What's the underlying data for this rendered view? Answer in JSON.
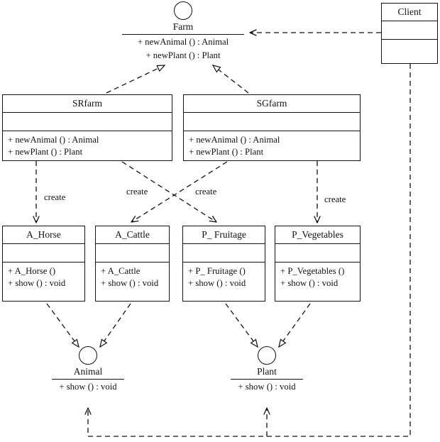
{
  "diagram": {
    "title": "Abstract Factory UML class diagram",
    "stroke_color": "#111111",
    "background_color": "#ffffff"
  },
  "interfaces": {
    "farm": {
      "name": "Farm",
      "operations": [
        "+ newAnimal () : Animal",
        "+ newPlant () : Plant"
      ]
    },
    "animal": {
      "name": "Animal",
      "operations": [
        "+ show () : void"
      ]
    },
    "plant": {
      "name": "Plant",
      "operations": [
        "+ show () : void"
      ]
    }
  },
  "classes": {
    "client": {
      "name": "Client",
      "attributes": "",
      "operations": ""
    },
    "srfarm": {
      "name": "SRfarm",
      "attributes": "",
      "operations": [
        "+ newAnimal () : Animal",
        "+ newPlant () : Plant"
      ]
    },
    "sgfarm": {
      "name": "SGfarm",
      "attributes": "",
      "operations": [
        "+ newAnimal () : Animal",
        "+ newPlant () : Plant"
      ]
    },
    "a_horse": {
      "name": "A_Horse",
      "attributes": "",
      "operations": [
        "+ A_Horse ()",
        "+ show () : void"
      ]
    },
    "a_cattle": {
      "name": "A_Cattle",
      "attributes": "",
      "operations": [
        "+ A_Cattle",
        "+ show () : void"
      ]
    },
    "p_fruitage": {
      "name": "P_ Fruitage",
      "attributes": "",
      "operations": [
        "+ P_ Fruitage ()",
        "+ show () : void"
      ]
    },
    "p_vegetables": {
      "name": "P_Vegetables",
      "attributes": "",
      "operations": [
        "+ P_Vegetables ()",
        "+ show () : void"
      ]
    }
  },
  "edge_labels": {
    "create_1": "create",
    "create_2": "create",
    "create_3": "create",
    "create_4": "create"
  }
}
